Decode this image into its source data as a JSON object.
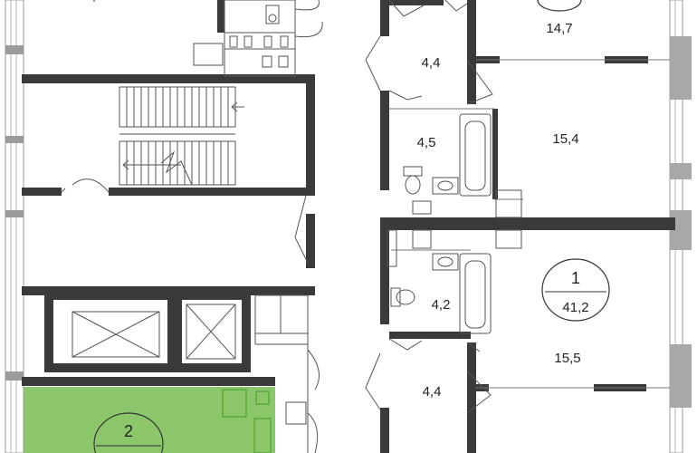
{
  "plan": {
    "colors": {
      "wall": "#3a3a3a",
      "thin": "#8a8a8a",
      "highlight": "#8cc66a",
      "highlight_line": "#5aa83a",
      "window": "#9a9a9a",
      "background": "#ffffff"
    },
    "rooms": [
      {
        "id": "r1",
        "area": "14,7"
      },
      {
        "id": "r2",
        "area": "4,4"
      },
      {
        "id": "r3",
        "area": "4,5"
      },
      {
        "id": "r4",
        "area": "15,4"
      },
      {
        "id": "r5",
        "area": "4,2"
      },
      {
        "id": "r6",
        "area": "15,5"
      },
      {
        "id": "r7",
        "area": "4,4"
      }
    ],
    "apartments": [
      {
        "number": "1",
        "total_area": "41,2"
      },
      {
        "number": "2",
        "total_area": ""
      }
    ]
  }
}
